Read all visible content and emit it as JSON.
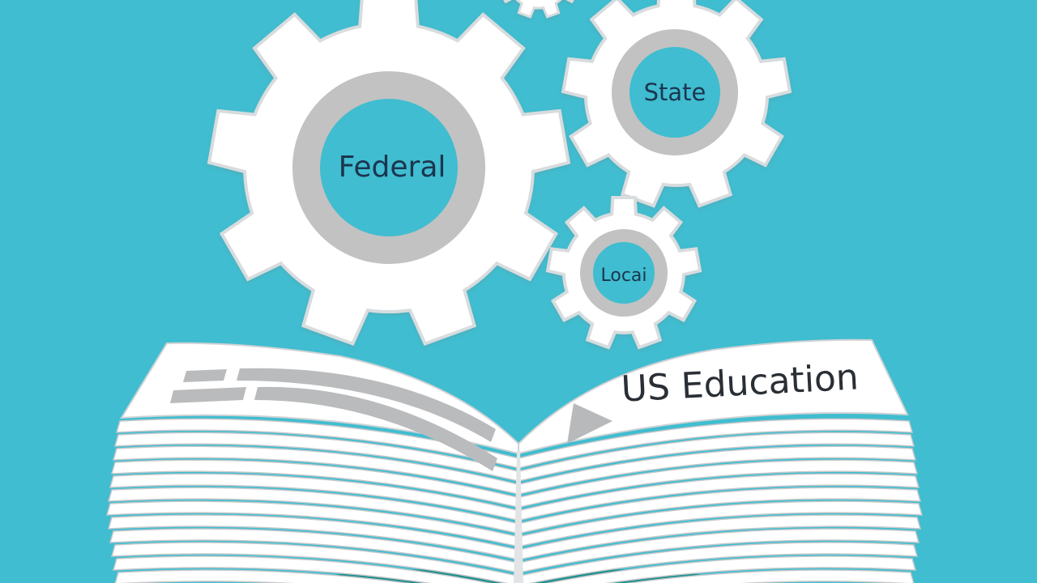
{
  "colors": {
    "background": "#40bdd0",
    "gear_fill": "#ffffff",
    "gear_ring": "#c2c2c2",
    "gear_label": "#1a3550",
    "book_page": "#ffffff",
    "book_line": "#c6c8ca",
    "book_base": "#1d8f8c"
  },
  "gears": {
    "federal": {
      "label": "Federal"
    },
    "state": {
      "label": "State"
    },
    "local": {
      "label": "Locai"
    }
  },
  "book": {
    "title": "US Education",
    "arrow_icon": "play-arrow-icon"
  }
}
